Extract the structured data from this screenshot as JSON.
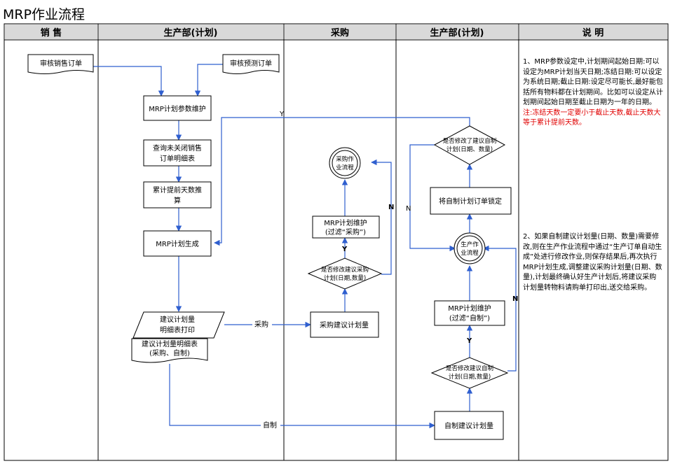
{
  "title": "MRP作业流程",
  "lanes": [
    "销 售",
    "生产部(计划)",
    "采购",
    "生产部(计划)",
    "说  明"
  ],
  "docs": {
    "sales_order": "审核销售订单",
    "forecast_order": "审核预测订单"
  },
  "process": {
    "mrp_params": "MRP计划参数维护",
    "query_open_1": "查询未关闭销售",
    "query_open_2": "订单明细表",
    "lead_time_1": "累计提前天数推",
    "lead_time_2": "算",
    "mrp_generate": "MRP计划生成",
    "print_1": "建议计划量",
    "print_2": "明细表打印",
    "suggest_doc_1": "建议计划量明细表",
    "suggest_doc_2": "(采购、自制)",
    "purchase_plan": "采购建议计划量",
    "purchase_maint_1": "MRP计划维护",
    "purchase_maint_2": "(过滤“采购”)",
    "self_plan": "自制建议计划量",
    "self_maint_1": "MRP计划维护",
    "self_maint_2": "(过滤“自制”)",
    "lock_order": "将自制计划订单锁定"
  },
  "decisions": {
    "purchase_mod_1": "是否修改建议采购",
    "purchase_mod_2": "计划(日期,数量)",
    "self_mod_1": "是否修改建议自制",
    "self_mod_2": "计划(日期,数量)",
    "lock_mod_1": "是否修改了建议自制",
    "lock_mod_2": "计划(日期、数量)"
  },
  "connectors": {
    "purchase_flow_1": "采购作",
    "purchase_flow_2": "业流程",
    "prod_flow_1": "生产作",
    "prod_flow_2": "业流程"
  },
  "labels": {
    "purchase": "采购",
    "self_made": "自制",
    "y": "Y",
    "n": "N"
  },
  "notes": {
    "n1": "1、MRP参数设定中,计划期间起始日期:可以设定为MRP计划当天日期;冻结日期:可以设定为系统日期;截止日期:设定尽可能长,最好能包括所有物料都在计划期间。比如可以设定从计划期间起始日期至截止日期为一年的日期。",
    "n1_red": "注:冻结天数一定要小于截止天数,截止天数大等于累计提前天数。",
    "n2": "2、如果自制建议计划量(日期、数量)需要修改,则在生产作业流程中通过“生产订单自动生成”处进行修改作业,则保存结果后,再次执行MRP计划生成,调整建议采购计划量(日期、数量),计划最终确认好生产计划后,将建议采购计划量转物料请购单打印出,送交给采购。"
  },
  "colors": {
    "line": "#2f5fcf",
    "header_bg": "#d9d9d9",
    "note_red": "#e00000"
  }
}
